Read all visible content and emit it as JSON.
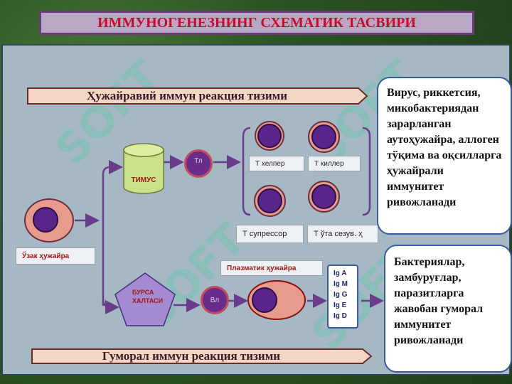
{
  "title": "ИММУНОГЕНЕЗНИНГ СХЕМАТИК ТАСВИРИ",
  "watermark": "SOFT",
  "banners": {
    "cellular": "Ҳужайравий иммун реакция тизими",
    "humoral": "Гуморал иммун реакция тизими"
  },
  "nodes": {
    "stem_cell": "Ўзак ҳужайра",
    "thymus": "ТИМУС",
    "t_lymphocyte": "Тл",
    "t_helper": "Т хелпер",
    "t_killer": "Т киллер",
    "t_suppressor": "Т супрессор",
    "t_memory": "Т ўта сезув. ҳ",
    "bursa_line1": "БУРСА",
    "bursa_line2": "ХАЛТАСИ",
    "b_lymphocyte": "Вл",
    "plasma_cell": "Плазматик ҳужайра"
  },
  "immunoglobulins": [
    "Ig A",
    "Ig M",
    "Ig G",
    "Ig E",
    "Ig D"
  ],
  "notes": {
    "cellular": "Вирус, риккетсия, микобактериядан зарарланган аутоҳужайра, аллоген тўқима ва оқсилларга ҳужайрали иммунитет ривожланади",
    "humoral": "Бактериялар, замбуруғлар, паразитларга жавобан гуморал иммунитет ривожланади"
  },
  "colors": {
    "title_text": "#c0102a",
    "nucleus": "#5a248a",
    "cell": "#e79b8c",
    "arrow": "#6a3c8c"
  }
}
